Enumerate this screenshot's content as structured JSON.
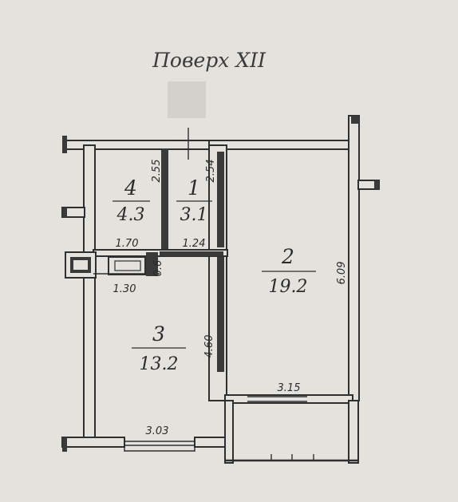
{
  "floor_title": "Поверх XII",
  "rooms": [
    {
      "id": "4",
      "number": "4",
      "area": "4.3"
    },
    {
      "id": "1",
      "number": "1",
      "area": "3.1"
    },
    {
      "id": "2",
      "number": "2",
      "area": "19.2"
    },
    {
      "id": "3",
      "number": "3",
      "area": "13.2"
    }
  ],
  "dimensions": {
    "room4_height": "2.55",
    "room4_width": "1.70",
    "room1_height": "2.54",
    "room1_width": "1.24",
    "niche_width": "1.30",
    "niche_depth": "0.6",
    "room3_height": "4.60",
    "room3_width": "3.03",
    "room2_height": "6.09",
    "room2_width": "3.15"
  },
  "colors": {
    "background": "#e4e2dc",
    "wall": "#3a3a3a",
    "ink": "#2b2b2b"
  }
}
